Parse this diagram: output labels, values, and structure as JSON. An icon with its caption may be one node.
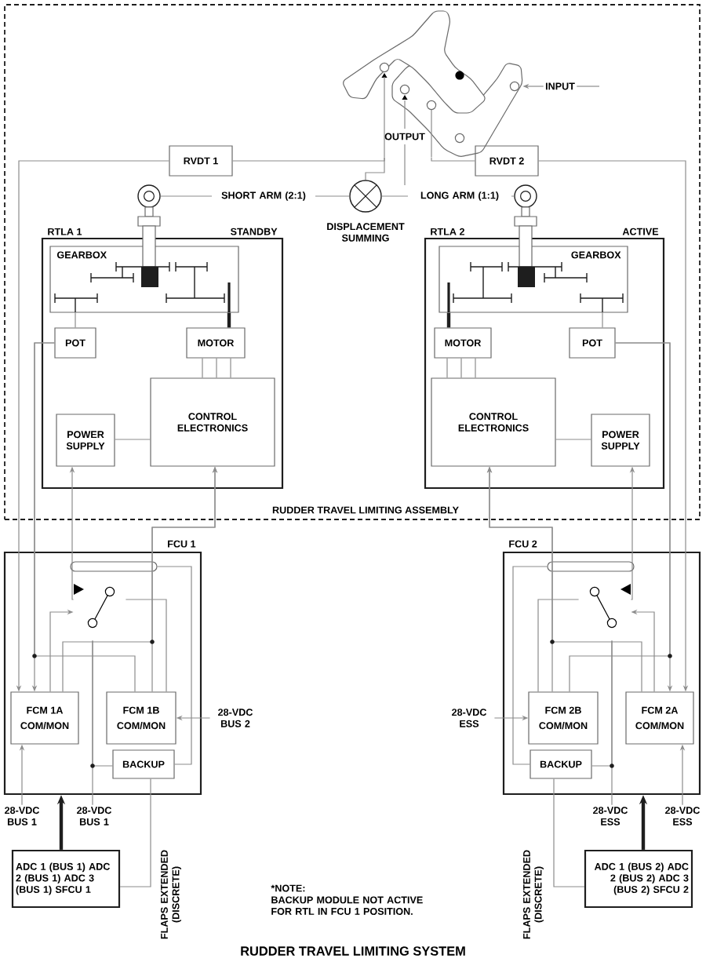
{
  "diagram": {
    "title": "RUDDER TRAVEL LIMITING SYSTEM",
    "nodes": [
      {
        "text": [
          "RUDDER TRAVEL LIMITING ASSEMBLY"
        ]
      },
      {
        "text": [],
        "shape": "lever",
        "in": 0
      },
      {
        "text": [
          "INPUT"
        ],
        "in": 0
      },
      {
        "text": [
          "RVDT 1"
        ],
        "in": 0
      },
      {
        "text": [
          "RVDT 2"
        ],
        "in": 0
      },
      {
        "text": [],
        "shape": "circle",
        "in": 0
      },
      {
        "text": [],
        "shape": "circle",
        "beside": [
          "DISPLACEMENT SUMMING"
        ],
        "in": 0
      },
      {
        "text": [],
        "shape": "circle",
        "in": 0
      },
      {
        "text": [
          "RTLA 1",
          "STANDBY"
        ],
        "in": 0
      },
      {
        "text": [
          "GEARBOX"
        ],
        "in": 8
      },
      {
        "text": [
          "POT"
        ],
        "in": 8
      },
      {
        "text": [
          "MOTOR"
        ],
        "in": 8
      },
      {
        "text": [
          "POWER SUPPLY"
        ],
        "in": 8
      },
      {
        "text": [
          "CONTROL ELECTRONICS"
        ],
        "in": 8
      },
      {
        "text": [
          "RTLA 2",
          "ACTIVE"
        ],
        "in": 0
      },
      {
        "text": [
          "GEARBOX"
        ],
        "in": 14
      },
      {
        "text": [
          "MOTOR"
        ],
        "in": 14
      },
      {
        "text": [
          "POT"
        ],
        "in": 14
      },
      {
        "text": [
          "CONTROL ELECTRONICS"
        ],
        "in": 14
      },
      {
        "text": [
          "POWER SUPPLY"
        ],
        "in": 14
      },
      {
        "text": [
          "FCU 1"
        ]
      },
      {
        "text": [],
        "shape": "capsule",
        "in": 20
      },
      {
        "text": [],
        "shape": "switch",
        "in": 20
      },
      {
        "text": [
          "FCM 1A",
          "COM/MON"
        ],
        "in": 20
      },
      {
        "text": [
          "FCM 1B",
          "COM/MON"
        ],
        "in": 20
      },
      {
        "text": [
          "BACKUP"
        ],
        "in": 20
      },
      {
        "text": [
          "28-VDC BUS 1"
        ]
      },
      {
        "text": [
          "28-VDC BUS 1"
        ]
      },
      {
        "text": [
          "28-VDC BUS 2"
        ]
      },
      {
        "text": [
          "ADC 1 (BUS 1) ADC 2 (BUS 1) ADC 3 (BUS 1) SFCU 1"
        ]
      },
      {
        "text": [
          "FCU 2"
        ]
      },
      {
        "text": [],
        "shape": "capsule",
        "in": 30
      },
      {
        "text": [],
        "shape": "switch",
        "in": 30
      },
      {
        "text": [
          "FCM 2B",
          "COM/MON"
        ],
        "in": 30
      },
      {
        "text": [
          "FCM 2A",
          "COM/MON"
        ],
        "in": 30
      },
      {
        "text": [
          "BACKUP"
        ],
        "in": 30
      },
      {
        "text": [
          "28-VDC ESS"
        ]
      },
      {
        "text": [
          "28-VDC ESS"
        ]
      },
      {
        "text": [
          "28-VDC ESS"
        ]
      },
      {
        "text": [
          "ADC 1 (BUS 2) ADC 2 (BUS 2) ADC 3 (BUS 2) SFCU 2"
        ]
      }
    ],
    "edges": [
      {
        "from": 2,
        "to": 1,
        "arrow": "to"
      },
      {
        "from": null,
        "to": 2,
        "arrow": "none"
      },
      {
        "from": 3,
        "to": 1,
        "arrow": "none"
      },
      {
        "from": 4,
        "to": 1,
        "arrow": "none"
      },
      {
        "from": 6,
        "to": 1,
        "arrow": "none"
      },
      {
        "from": 5,
        "to": 6,
        "arrow": "none",
        "label": "SHORT ARM (2:1)"
      },
      {
        "from": 6,
        "to": 7,
        "arrow": "none",
        "label": "LONG ARM (1:1)"
      },
      {
        "from": 9,
        "to": 10,
        "arrow": "none"
      },
      {
        "from": 9,
        "to": 11,
        "arrow": "none",
        "style": "thick",
        "color": "#1e1e1e"
      },
      {
        "from": 11,
        "to": 13,
        "arrow": "none"
      },
      {
        "from": 12,
        "to": 13,
        "arrow": "none"
      },
      {
        "from": 15,
        "to": 17,
        "arrow": "none"
      },
      {
        "from": 15,
        "to": 16,
        "arrow": "none",
        "style": "thick",
        "color": "#1e1e1e"
      },
      {
        "from": 16,
        "to": 18,
        "arrow": "none"
      },
      {
        "from": 19,
        "to": 18,
        "arrow": "none"
      },
      {
        "from": 3,
        "to": 23,
        "arrow": "to"
      },
      {
        "from": 10,
        "to": 23,
        "arrow": "to"
      },
      {
        "from": 22,
        "to": 12,
        "arrow": "to"
      },
      {
        "from": 24,
        "to": 13,
        "arrow": "to"
      },
      {
        "from": 23,
        "to": 13,
        "arrow": "to"
      },
      {
        "from": 10,
        "to": 24,
        "arrow": "none"
      },
      {
        "from": 23,
        "to": 22,
        "arrow": "to"
      },
      {
        "from": 24,
        "to": 22,
        "arrow": "none"
      },
      {
        "from": 27,
        "to": 22,
        "arrow": "none"
      },
      {
        "from": 25,
        "to": 22,
        "arrow": "none"
      },
      {
        "from": 21,
        "to": 25,
        "arrow": "none"
      },
      {
        "from": 26,
        "to": 23,
        "arrow": "to"
      },
      {
        "from": 28,
        "to": 24,
        "arrow": "to"
      },
      {
        "from": 29,
        "to": 20,
        "arrow": "to",
        "style": "thick",
        "color": "#1e1e1e"
      },
      {
        "from": 29,
        "to": 25,
        "arrow": "none",
        "label": "FLAPS EXTENDED (DISCRETE)"
      },
      {
        "from": 4,
        "to": 34,
        "arrow": "to"
      },
      {
        "from": 17,
        "to": 34,
        "arrow": "to"
      },
      {
        "from": 32,
        "to": 19,
        "arrow": "to"
      },
      {
        "from": 33,
        "to": 18,
        "arrow": "to"
      },
      {
        "from": 34,
        "to": 18,
        "arrow": "to"
      },
      {
        "from": 17,
        "to": 33,
        "arrow": "none"
      },
      {
        "from": 34,
        "to": 32,
        "arrow": "to"
      },
      {
        "from": 33,
        "to": 32,
        "arrow": "none"
      },
      {
        "from": 37,
        "to": 32,
        "arrow": "none"
      },
      {
        "from": 35,
        "to": 32,
        "arrow": "none"
      },
      {
        "from": 31,
        "to": 35,
        "arrow": "none"
      },
      {
        "from": 38,
        "to": 34,
        "arrow": "to"
      },
      {
        "from": 36,
        "to": 33,
        "arrow": "to"
      },
      {
        "from": 39,
        "to": 30,
        "arrow": "to",
        "style": "thick",
        "color": "#1e1e1e"
      },
      {
        "from": 39,
        "to": 35,
        "arrow": "none",
        "label": "FLAPS EXTENDED (DISCRETE)"
      }
    ],
    "labels": [
      "OUTPUT",
      "*NOTE:",
      "BACKUP MODULE NOT ACTIVE FOR RTL IN FCU 1 POSITION."
    ]
  }
}
